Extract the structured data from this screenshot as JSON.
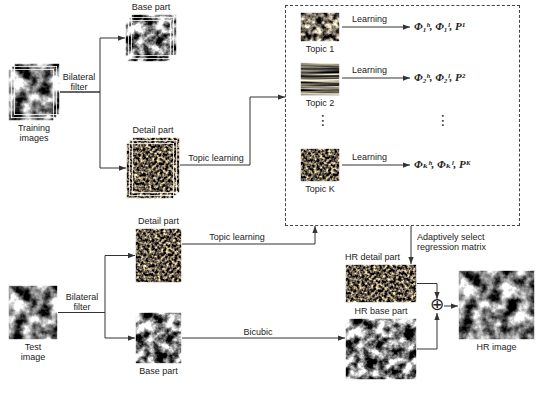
{
  "diagram": {
    "nodes": [
      {
        "text": [
          "Training images"
        ]
      },
      {
        "text": [
          "Base part"
        ]
      },
      {
        "text": [
          "Detail part"
        ]
      },
      {
        "text": []
      },
      {
        "text": [
          "Topic 1"
        ],
        "in": 3
      },
      {
        "text": [
          "Topic 2"
        ],
        "in": 3
      },
      {
        "text": [
          "Topic K"
        ],
        "in": 3
      },
      {
        "text": [
          "Test image"
        ]
      },
      {
        "text": [
          "Detail part"
        ]
      },
      {
        "text": [
          "Base part"
        ]
      },
      {
        "text": [
          "HR detail part"
        ]
      },
      {
        "text": [
          "HR base part"
        ]
      },
      {
        "text": [
          "⊕"
        ]
      },
      {
        "text": [
          "HR image"
        ]
      }
    ],
    "edges": [
      {
        "from": 0,
        "to": 1,
        "arrow": "to",
        "label": "Bilateral filter"
      },
      {
        "from": 0,
        "to": 2,
        "arrow": "to"
      },
      {
        "from": 2,
        "to": 3,
        "arrow": "to",
        "label": "Topic learning"
      },
      {
        "from": 7,
        "to": 8,
        "arrow": "to",
        "label": "Bilateral filter"
      },
      {
        "from": 7,
        "to": 9,
        "arrow": "to"
      },
      {
        "from": 8,
        "to": 3,
        "arrow": "to",
        "label": "Topic learning"
      },
      {
        "from": 3,
        "to": 10,
        "arrow": "to",
        "label": "Adaptively select regression matrix"
      },
      {
        "from": 9,
        "to": 11,
        "arrow": "to",
        "label": "Bicubic"
      },
      {
        "from": 10,
        "to": 12,
        "arrow": "to"
      },
      {
        "from": 11,
        "to": 12,
        "arrow": "to"
      },
      {
        "from": 12,
        "to": 13,
        "arrow": "to"
      }
    ],
    "labels": [
      "Learning",
      "Φ₁ʰ, Φ₁ˡ, P¹",
      "Learning",
      "Φ₂ʰ, Φ₂ˡ, P²",
      "⋮",
      "⋮",
      "Learning",
      "Φₖʰ, Φₖˡ, Pᴷ"
    ]
  }
}
